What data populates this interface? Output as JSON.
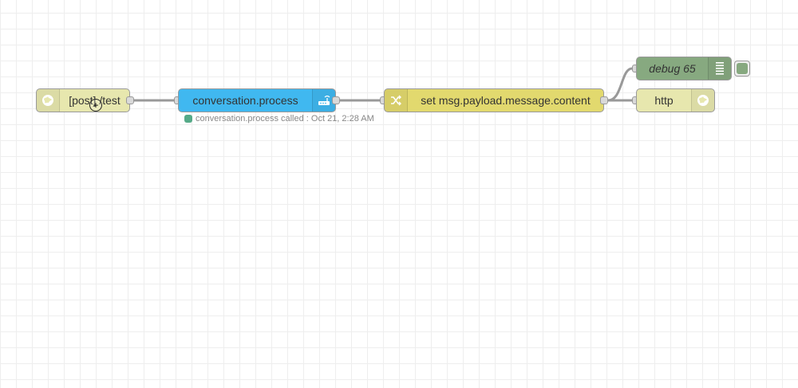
{
  "flow": {
    "nodes": {
      "http_in": {
        "label": "[post] /test",
        "icon": "globe-icon",
        "color": "#e7e7ae"
      },
      "conversation": {
        "label": "conversation.process",
        "icon": "router-icon",
        "color": "#40b8f0"
      },
      "change": {
        "label": "set msg.payload.message.content",
        "icon": "shuffle-icon",
        "color": "#e2d96e"
      },
      "debug": {
        "label": "debug 65",
        "icon": "list-icon",
        "color": "#87a980"
      },
      "http_response": {
        "label": "http",
        "icon": "globe-icon",
        "color": "#e7e7ae"
      }
    },
    "status": {
      "text": "conversation.process called : Oct 21, 2:28 AM",
      "color": "#5a8"
    },
    "debug_toggle_color": "#87a980"
  }
}
